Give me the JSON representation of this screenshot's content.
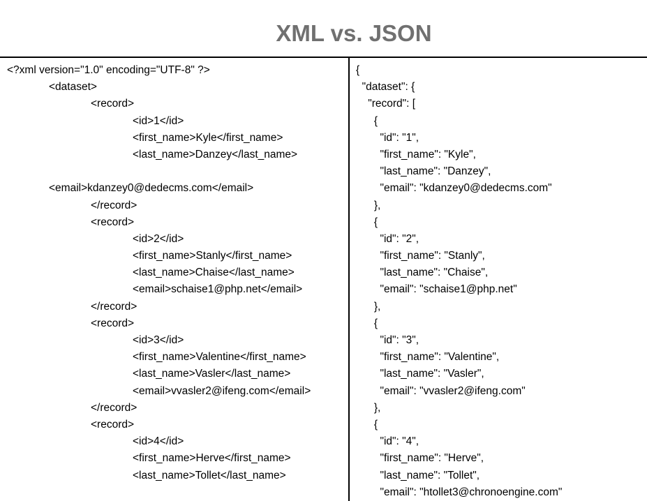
{
  "title": "XML vs. JSON",
  "xml": {
    "lines": [
      {
        "indent": 0,
        "text": "<?xml version=\"1.0\" encoding=\"UTF-8\" ?>"
      },
      {
        "indent": 1,
        "text": "<dataset>"
      },
      {
        "indent": 2,
        "text": "<record>"
      },
      {
        "indent": 3,
        "text": "<id>1</id>"
      },
      {
        "indent": 3,
        "text": "<first_name>Kyle</first_name>"
      },
      {
        "indent": 3,
        "text": "<last_name>Danzey</last_name>"
      },
      {
        "indent": 0,
        "text": ""
      },
      {
        "indent": 1,
        "text": "<email>kdanzey0@dedecms.com</email>"
      },
      {
        "indent": 2,
        "text": "</record>"
      },
      {
        "indent": 2,
        "text": "<record>"
      },
      {
        "indent": 3,
        "text": "<id>2</id>"
      },
      {
        "indent": 3,
        "text": "<first_name>Stanly</first_name>"
      },
      {
        "indent": 3,
        "text": "<last_name>Chaise</last_name>"
      },
      {
        "indent": 3,
        "text": "<email>schaise1@php.net</email>"
      },
      {
        "indent": 2,
        "text": "</record>"
      },
      {
        "indent": 2,
        "text": "<record>"
      },
      {
        "indent": 3,
        "text": "<id>3</id>"
      },
      {
        "indent": 3,
        "text": "<first_name>Valentine</first_name>"
      },
      {
        "indent": 3,
        "text": "<last_name>Vasler</last_name>"
      },
      {
        "indent": 3,
        "text": "<email>vvasler2@ifeng.com</email>"
      },
      {
        "indent": 2,
        "text": "</record>"
      },
      {
        "indent": 2,
        "text": "<record>"
      },
      {
        "indent": 3,
        "text": "<id>4</id>"
      },
      {
        "indent": 3,
        "text": "<first_name>Herve</first_name>"
      },
      {
        "indent": 3,
        "text": "<last_name>Tollet</last_name>"
      }
    ]
  },
  "json": {
    "lines": [
      "{",
      "  \"dataset\": {",
      "    \"record\": [",
      "      {",
      "        \"id\": \"1\",",
      "        \"first_name\": \"Kyle\",",
      "        \"last_name\": \"Danzey\",",
      "        \"email\": \"kdanzey0@dedecms.com\"",
      "      },",
      "      {",
      "        \"id\": \"2\",",
      "        \"first_name\": \"Stanly\",",
      "        \"last_name\": \"Chaise\",",
      "        \"email\": \"schaise1@php.net\"",
      "      },",
      "      {",
      "        \"id\": \"3\",",
      "        \"first_name\": \"Valentine\",",
      "        \"last_name\": \"Vasler\",",
      "        \"email\": \"vvasler2@ifeng.com\"",
      "      },",
      "      {",
      "        \"id\": \"4\",",
      "        \"first_name\": \"Herve\",",
      "        \"last_name\": \"Tollet\",",
      "        \"email\": \"htollet3@chronoengine.com\""
    ]
  },
  "colors": {
    "title": "#707070",
    "rule": "#000000",
    "text": "#000000"
  }
}
